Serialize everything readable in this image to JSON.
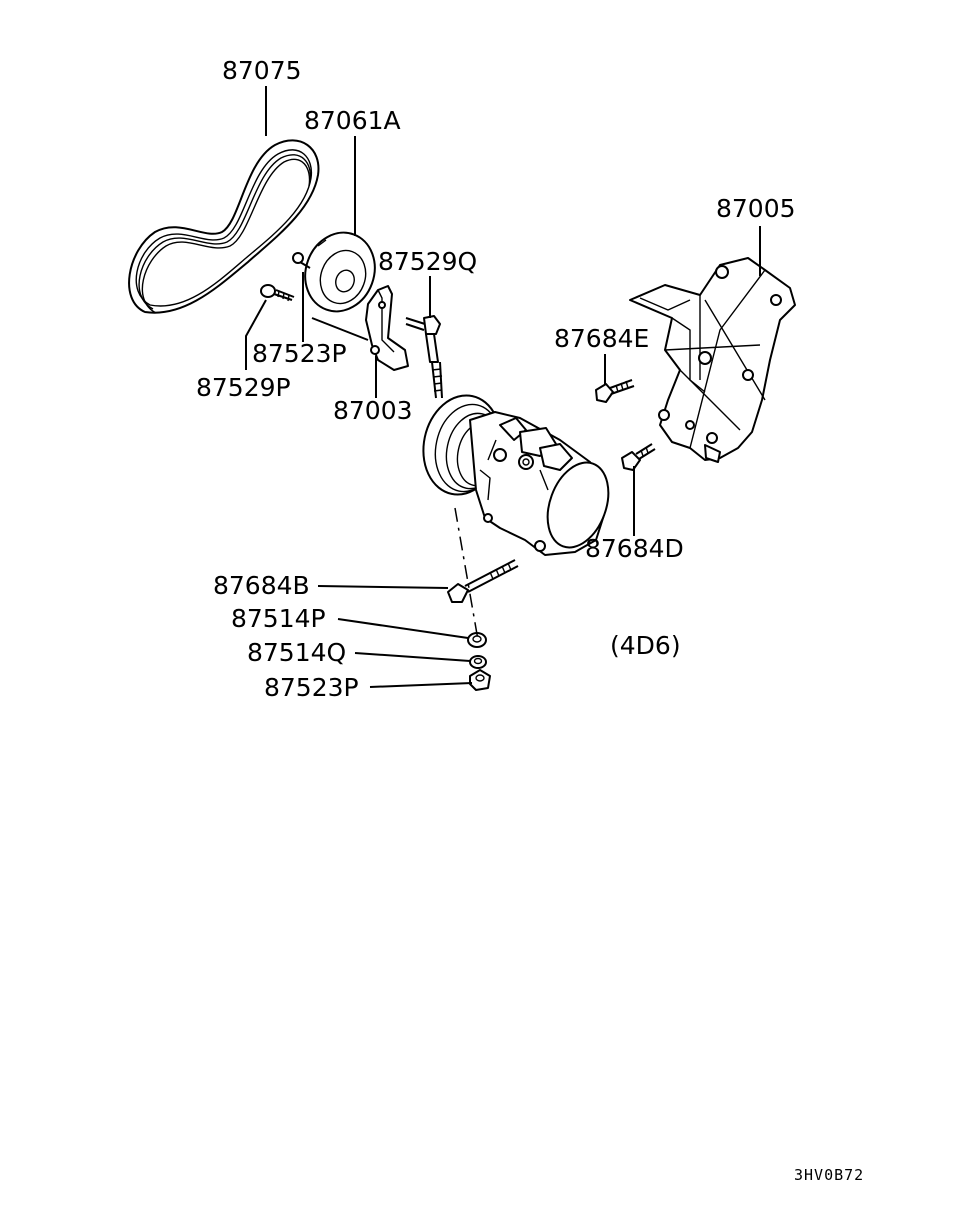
{
  "labels": {
    "p87075": "87075",
    "p87061A": "87061A",
    "p87529Q": "87529Q",
    "p87523P_top": "87523P",
    "p87529P": "87529P",
    "p87003": "87003",
    "p87005": "87005",
    "p87684E": "87684E",
    "p87684D": "87684D",
    "p87684B": "87684B",
    "p87514P": "87514P",
    "p87514Q": "87514Q",
    "p87523P_bottom": "87523P"
  },
  "engine_note": "(4D6)",
  "diagram_code": "3HV0B72"
}
